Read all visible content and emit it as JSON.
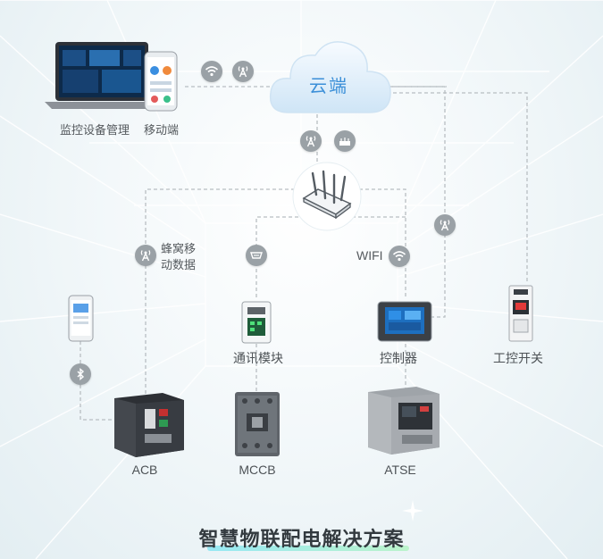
{
  "cloud_label": "云端",
  "pc_label": "监控设备管理",
  "mobile_label": "移动端",
  "cellular_label_line1": "蜂窝移",
  "cellular_label_line2": "动数据",
  "wifi_label": "WIFI",
  "comm_module_label": "通讯模块",
  "controller_label": "控制器",
  "industrial_switch_label": "工控开关",
  "acb_label": "ACB",
  "mccb_label": "MCCB",
  "atse_label": "ATSE",
  "title": "智慧物联配电解决方案",
  "colors": {
    "icon_circle": "#9aa1a6",
    "line": "#b8bec2",
    "cloud": "#e4f1fb",
    "title": "#333a3f",
    "accent_glow": "#8ee7f4"
  },
  "icons": [
    "wifi-icon",
    "antenna-icon",
    "router-icon",
    "serial-port-icon",
    "bluetooth-icon"
  ]
}
